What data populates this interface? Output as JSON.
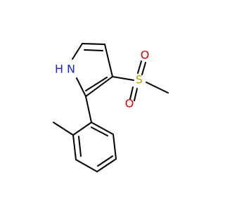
{
  "molecule": {
    "colors": {
      "bond": "#000000",
      "nitrogen": "#1f1fd6",
      "oxygen": "#e00000",
      "sulfur": "#b8a100"
    },
    "atom_labels": {
      "nitrogen_h": "H",
      "nitrogen": "N",
      "sulfur": "S",
      "oxygen_top": "O",
      "oxygen_bottom": "O"
    }
  }
}
